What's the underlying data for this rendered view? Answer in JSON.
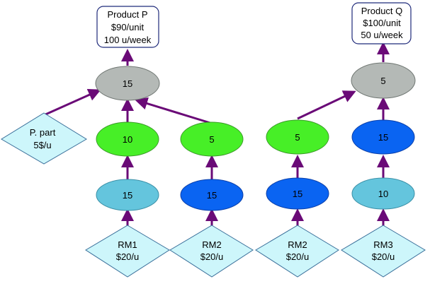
{
  "products": {
    "p": {
      "name": "Product P",
      "price": "$90/unit",
      "demand": "100 u/week"
    },
    "q": {
      "name": "Product Q",
      "price": "$100/unit",
      "demand": "50 u/week"
    }
  },
  "purchased_part": {
    "label": "P. part",
    "cost": "5$/u"
  },
  "raw_materials": [
    {
      "label": "RM1",
      "cost": "$20/u"
    },
    {
      "label": "RM2",
      "cost": "$20/u"
    },
    {
      "label": "RM2",
      "cost": "$20/u"
    },
    {
      "label": "RM3",
      "cost": "$20/u"
    }
  ],
  "operations": {
    "assembly_p": "15",
    "assembly_q": "5",
    "col1_upper": "10",
    "col1_lower": "15",
    "col2_upper": "5",
    "col2_lower": "15",
    "col3_upper": "5",
    "col3_lower": "15",
    "col4_upper": "15",
    "col4_lower": "10"
  },
  "colors": {
    "assembly": "#b4b9b6",
    "green": "#47ef27",
    "blue": "#0a64f2",
    "light_blue": "#64c5dd",
    "diamond": "#cdf6fb",
    "arrow": "#6a0a77"
  }
}
